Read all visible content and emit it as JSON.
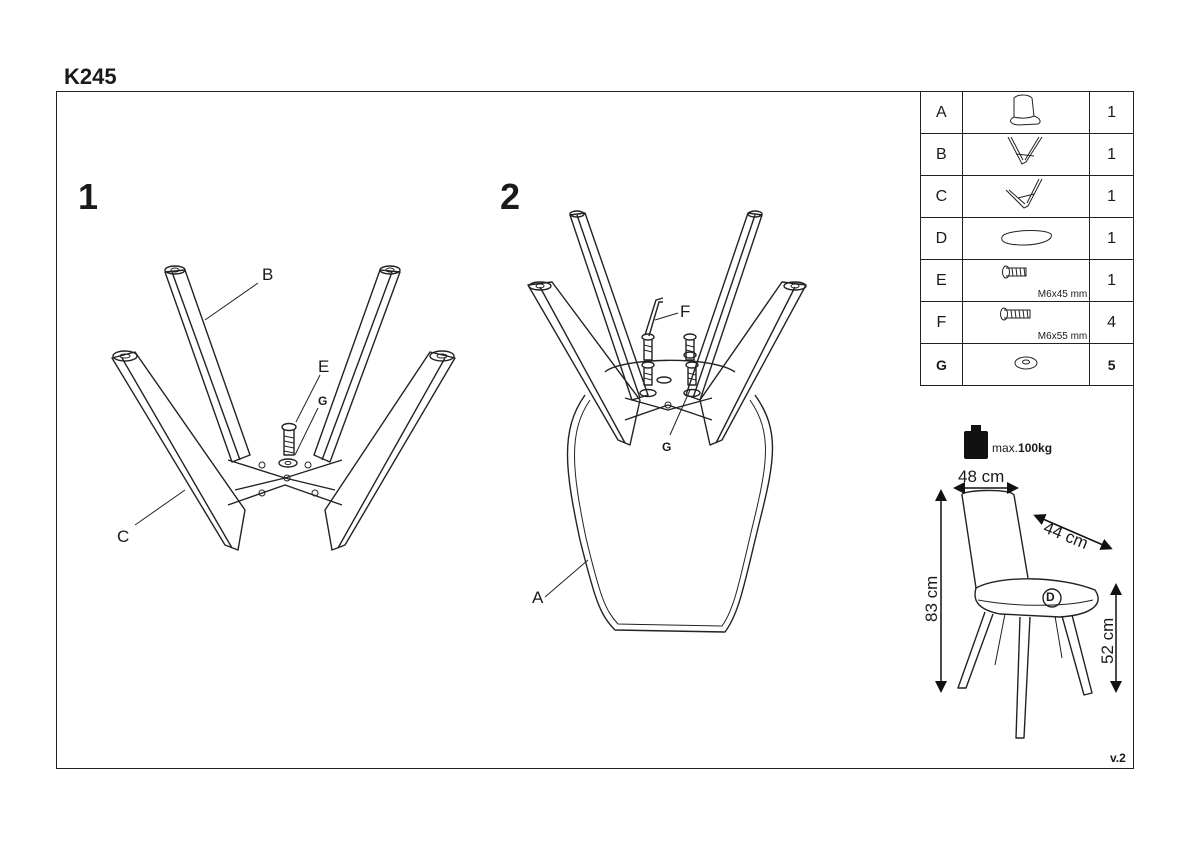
{
  "title": "K245",
  "version": "v.2",
  "steps": [
    {
      "number": "1",
      "labels": {
        "b": "B",
        "c": "C",
        "e": "E",
        "g": "G"
      }
    },
    {
      "number": "2",
      "labels": {
        "a": "A",
        "f": "F",
        "g": "G"
      }
    }
  ],
  "parts": [
    {
      "letter": "A",
      "qty": "1",
      "icon": "seat-shell-icon"
    },
    {
      "letter": "B",
      "qty": "1",
      "icon": "leg-frame-b-icon"
    },
    {
      "letter": "C",
      "qty": "1",
      "icon": "leg-frame-c-icon"
    },
    {
      "letter": "D",
      "qty": "1",
      "icon": "cushion-icon"
    },
    {
      "letter": "E",
      "qty": "1",
      "icon": "screw-icon",
      "size": "M6x45 mm"
    },
    {
      "letter": "F",
      "qty": "4",
      "icon": "screw-icon",
      "size": "M6x55 mm"
    },
    {
      "letter": "G",
      "qty": "5",
      "icon": "washer-icon"
    }
  ],
  "max_load": {
    "prefix": "max.",
    "value": "100kg"
  },
  "dimensions": {
    "width": "48 cm",
    "depth": "44 cm",
    "height": "83 cm",
    "seat_height": "52 cm",
    "cushion": "D"
  }
}
